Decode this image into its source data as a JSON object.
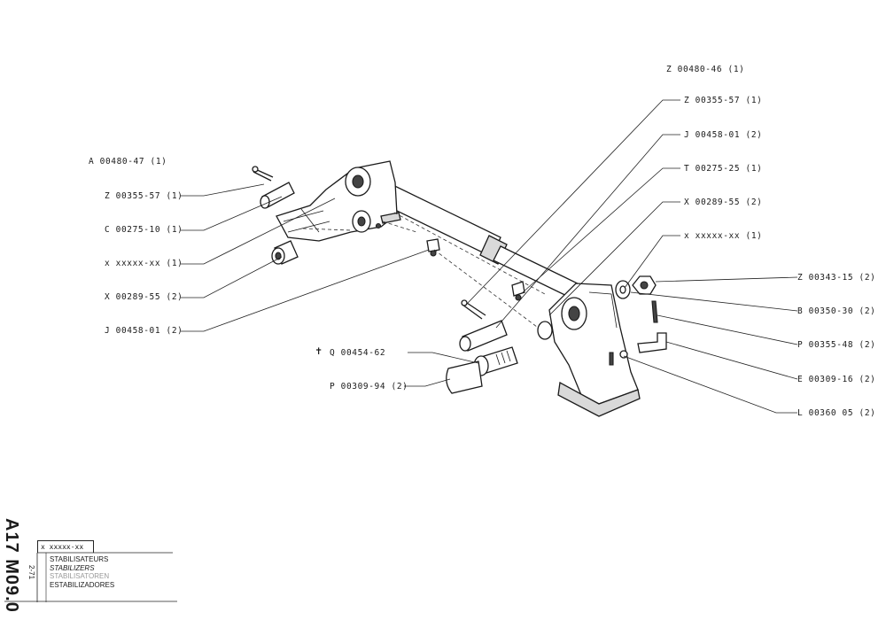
{
  "labels_left": [
    "A 00480-47 (1)",
    "Z 00355-57 (1)",
    "C 00275-10 (1)",
    "x xxxxx-xx (1)",
    "X 00289-55 (2)",
    "J 00458-01 (2)"
  ],
  "labels_right": [
    "Z 00480-46 (1)",
    "Z 00355-57 (1)",
    "J 00458-01 (2)",
    "T 00275-25 (1)",
    "X 00289-55 (2)",
    "x xxxxx-xx (1)",
    "Z 00343-15 (2)",
    "B 00350-30 (2)",
    "P 00355-48 (2)",
    "E 00309-16 (2)",
    "L 00360 05 (2)"
  ],
  "labels_mid": [
    "Q 00454-62",
    "P 00309-94 (2)"
  ],
  "cross_symbol": "✝",
  "side_code": "A17 M09.0",
  "side_date": "2-71",
  "box_code": "x xxxxx-xx",
  "title": {
    "fr": "STABILISATEURS",
    "en": "STABILIZERS",
    "de": "STABILISATOREN",
    "es": "ESTABILIZADORES"
  }
}
